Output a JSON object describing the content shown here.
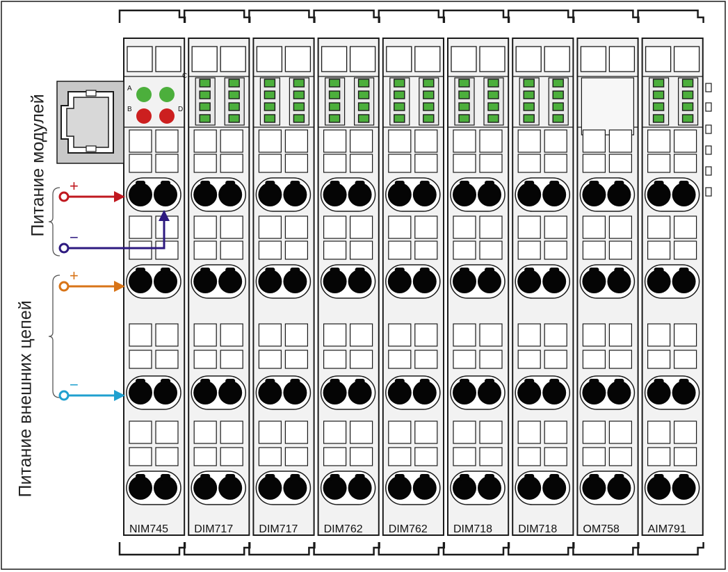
{
  "modules": [
    {
      "name": "NIM745",
      "kind": "head"
    },
    {
      "name": "DIM717",
      "kind": "io"
    },
    {
      "name": "DIM717",
      "kind": "io"
    },
    {
      "name": "DIM762",
      "kind": "io"
    },
    {
      "name": "DIM762",
      "kind": "io"
    },
    {
      "name": "DIM718",
      "kind": "io"
    },
    {
      "name": "DIM718",
      "kind": "io"
    },
    {
      "name": "OM758",
      "kind": "blank"
    },
    {
      "name": "AIM791",
      "kind": "io"
    }
  ],
  "head_leds": [
    {
      "letter": "A",
      "color": "#6ab04c"
    },
    {
      "letter": "B",
      "color": "#cc1f1f"
    },
    {
      "letter": "D",
      "color": "#cc1f1f"
    }
  ],
  "head_mark": "C",
  "labels": {
    "module_power": "Питание модулей",
    "field_power": "Питание внешних цепей"
  },
  "wires": [
    {
      "sign": "+",
      "color": "#c0181f"
    },
    {
      "sign": "−",
      "color": "#2e1a80"
    },
    {
      "sign": "+",
      "color": "#d87418"
    },
    {
      "sign": "−",
      "color": "#20a0cf"
    }
  ],
  "colors": {
    "outline": "#1a1a1a",
    "module_fill": "#f2f2f2",
    "status_led": "#4caf3c",
    "connector_fill": "#c8c8c8",
    "terminal": "#050505"
  }
}
